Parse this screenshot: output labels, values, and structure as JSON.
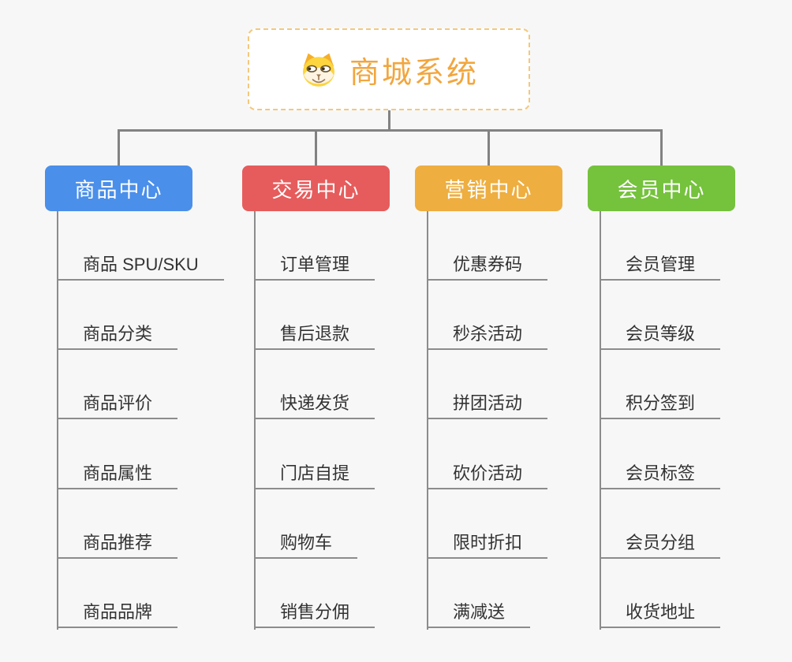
{
  "root": {
    "title": "商城系统",
    "icon": "shiba-dog-icon"
  },
  "branches": [
    {
      "id": "product-center",
      "label": "商品中心",
      "color": "#4a8fea",
      "items": [
        "商品 SPU/SKU",
        "商品分类",
        "商品评价",
        "商品属性",
        "商品推荐",
        "商品品牌"
      ]
    },
    {
      "id": "trade-center",
      "label": "交易中心",
      "color": "#e65c5c",
      "items": [
        "订单管理",
        "售后退款",
        "快递发货",
        "门店自提",
        "购物车",
        "销售分佣"
      ]
    },
    {
      "id": "marketing-center",
      "label": "营销中心",
      "color": "#eeae40",
      "items": [
        "优惠券码",
        "秒杀活动",
        "拼团活动",
        "砍价活动",
        "限时折扣",
        "满减送"
      ]
    },
    {
      "id": "member-center",
      "label": "会员中心",
      "color": "#75c23d",
      "items": [
        "会员管理",
        "会员等级",
        "积分签到",
        "会员标签",
        "会员分组",
        "收货地址"
      ]
    }
  ],
  "colors": {
    "background": "#f7f7f7",
    "connector": "#828282",
    "item_line": "#8c8c8c",
    "item_text": "#333333",
    "root_text": "#f2a63e",
    "root_border": "#f4c87c"
  }
}
